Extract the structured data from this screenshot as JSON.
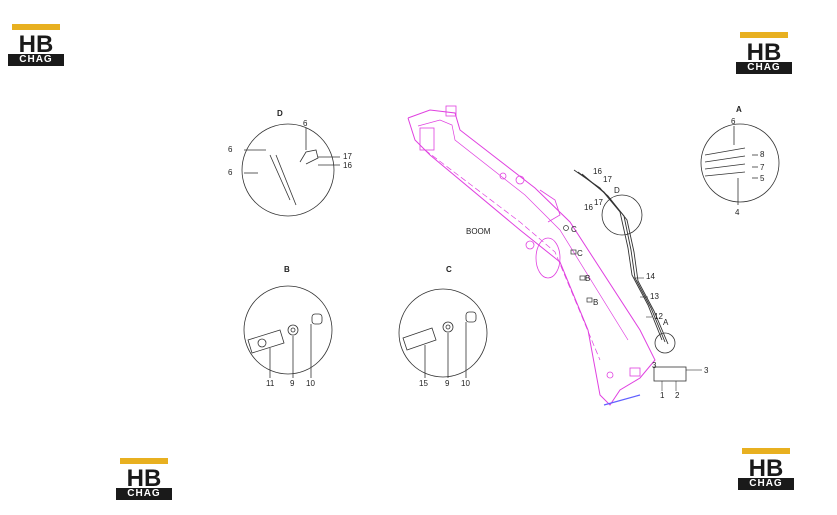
{
  "logos": [
    {
      "mark": "HB",
      "text": "CHAG"
    },
    {
      "mark": "HB",
      "text": "CHAG"
    },
    {
      "mark": "HB",
      "text": "CHAG"
    },
    {
      "mark": "HB",
      "text": "CHAG"
    }
  ],
  "boom_label": "BOOM",
  "views": {
    "d": {
      "title": "D",
      "labels": [
        "6",
        "6",
        "6",
        "17",
        "16"
      ]
    },
    "a": {
      "title": "A",
      "labels": [
        "6",
        "8",
        "7",
        "5",
        "4"
      ]
    },
    "b": {
      "title": "B",
      "labels": [
        "11",
        "9",
        "10"
      ]
    },
    "c": {
      "title": "C",
      "labels": [
        "15",
        "9",
        "10"
      ]
    }
  },
  "callouts": {
    "c1": "C",
    "c2": "C",
    "b1": "B",
    "b2": "B",
    "d": "D",
    "a": "A",
    "n16a": "16",
    "n17a": "17",
    "n16b": "16",
    "n17b": "17",
    "n14": "14",
    "n13": "13",
    "n12": "12",
    "n3a": "3",
    "n3b": "3",
    "n1": "1",
    "n2": "2"
  },
  "colors": {
    "boom": "#e040e0",
    "line": "#333333",
    "logo_gold": "#e8b020"
  }
}
